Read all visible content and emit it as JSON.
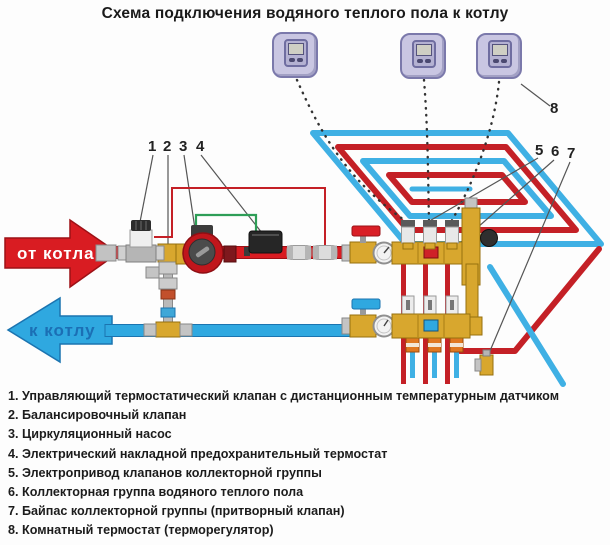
{
  "title": "Схема подключения водяного теплого пола к котлу",
  "arrows": {
    "from_boiler": "от котла",
    "to_boiler": "к котлу"
  },
  "callouts": {
    "n1": "1",
    "n2": "2",
    "n3": "3",
    "n4": "4",
    "n5": "5",
    "n6": "6",
    "n7": "7",
    "n8": "8"
  },
  "legend": {
    "items": [
      "1. Управляющий термостатический клапан с дистанционным температурным датчиком",
      "2. Балансировочный клапан",
      "3. Циркуляционный насос",
      "4. Электрический накладной предохранительный термостат",
      "5. Электропривод клапанов коллекторной группы",
      "6. Коллекторная группа водяного теплого пола",
      "7. Байпас коллекторной группы (притворный клапан)",
      "8. Комнатный термостат (терморегулятор)"
    ]
  },
  "colors": {
    "supply_red": "#d91c22",
    "return_blue": "#2fa8e0",
    "brass": "#d8a72e",
    "thermostat_fill": "#c9c6e2",
    "wire_green": "#2e9e57"
  }
}
